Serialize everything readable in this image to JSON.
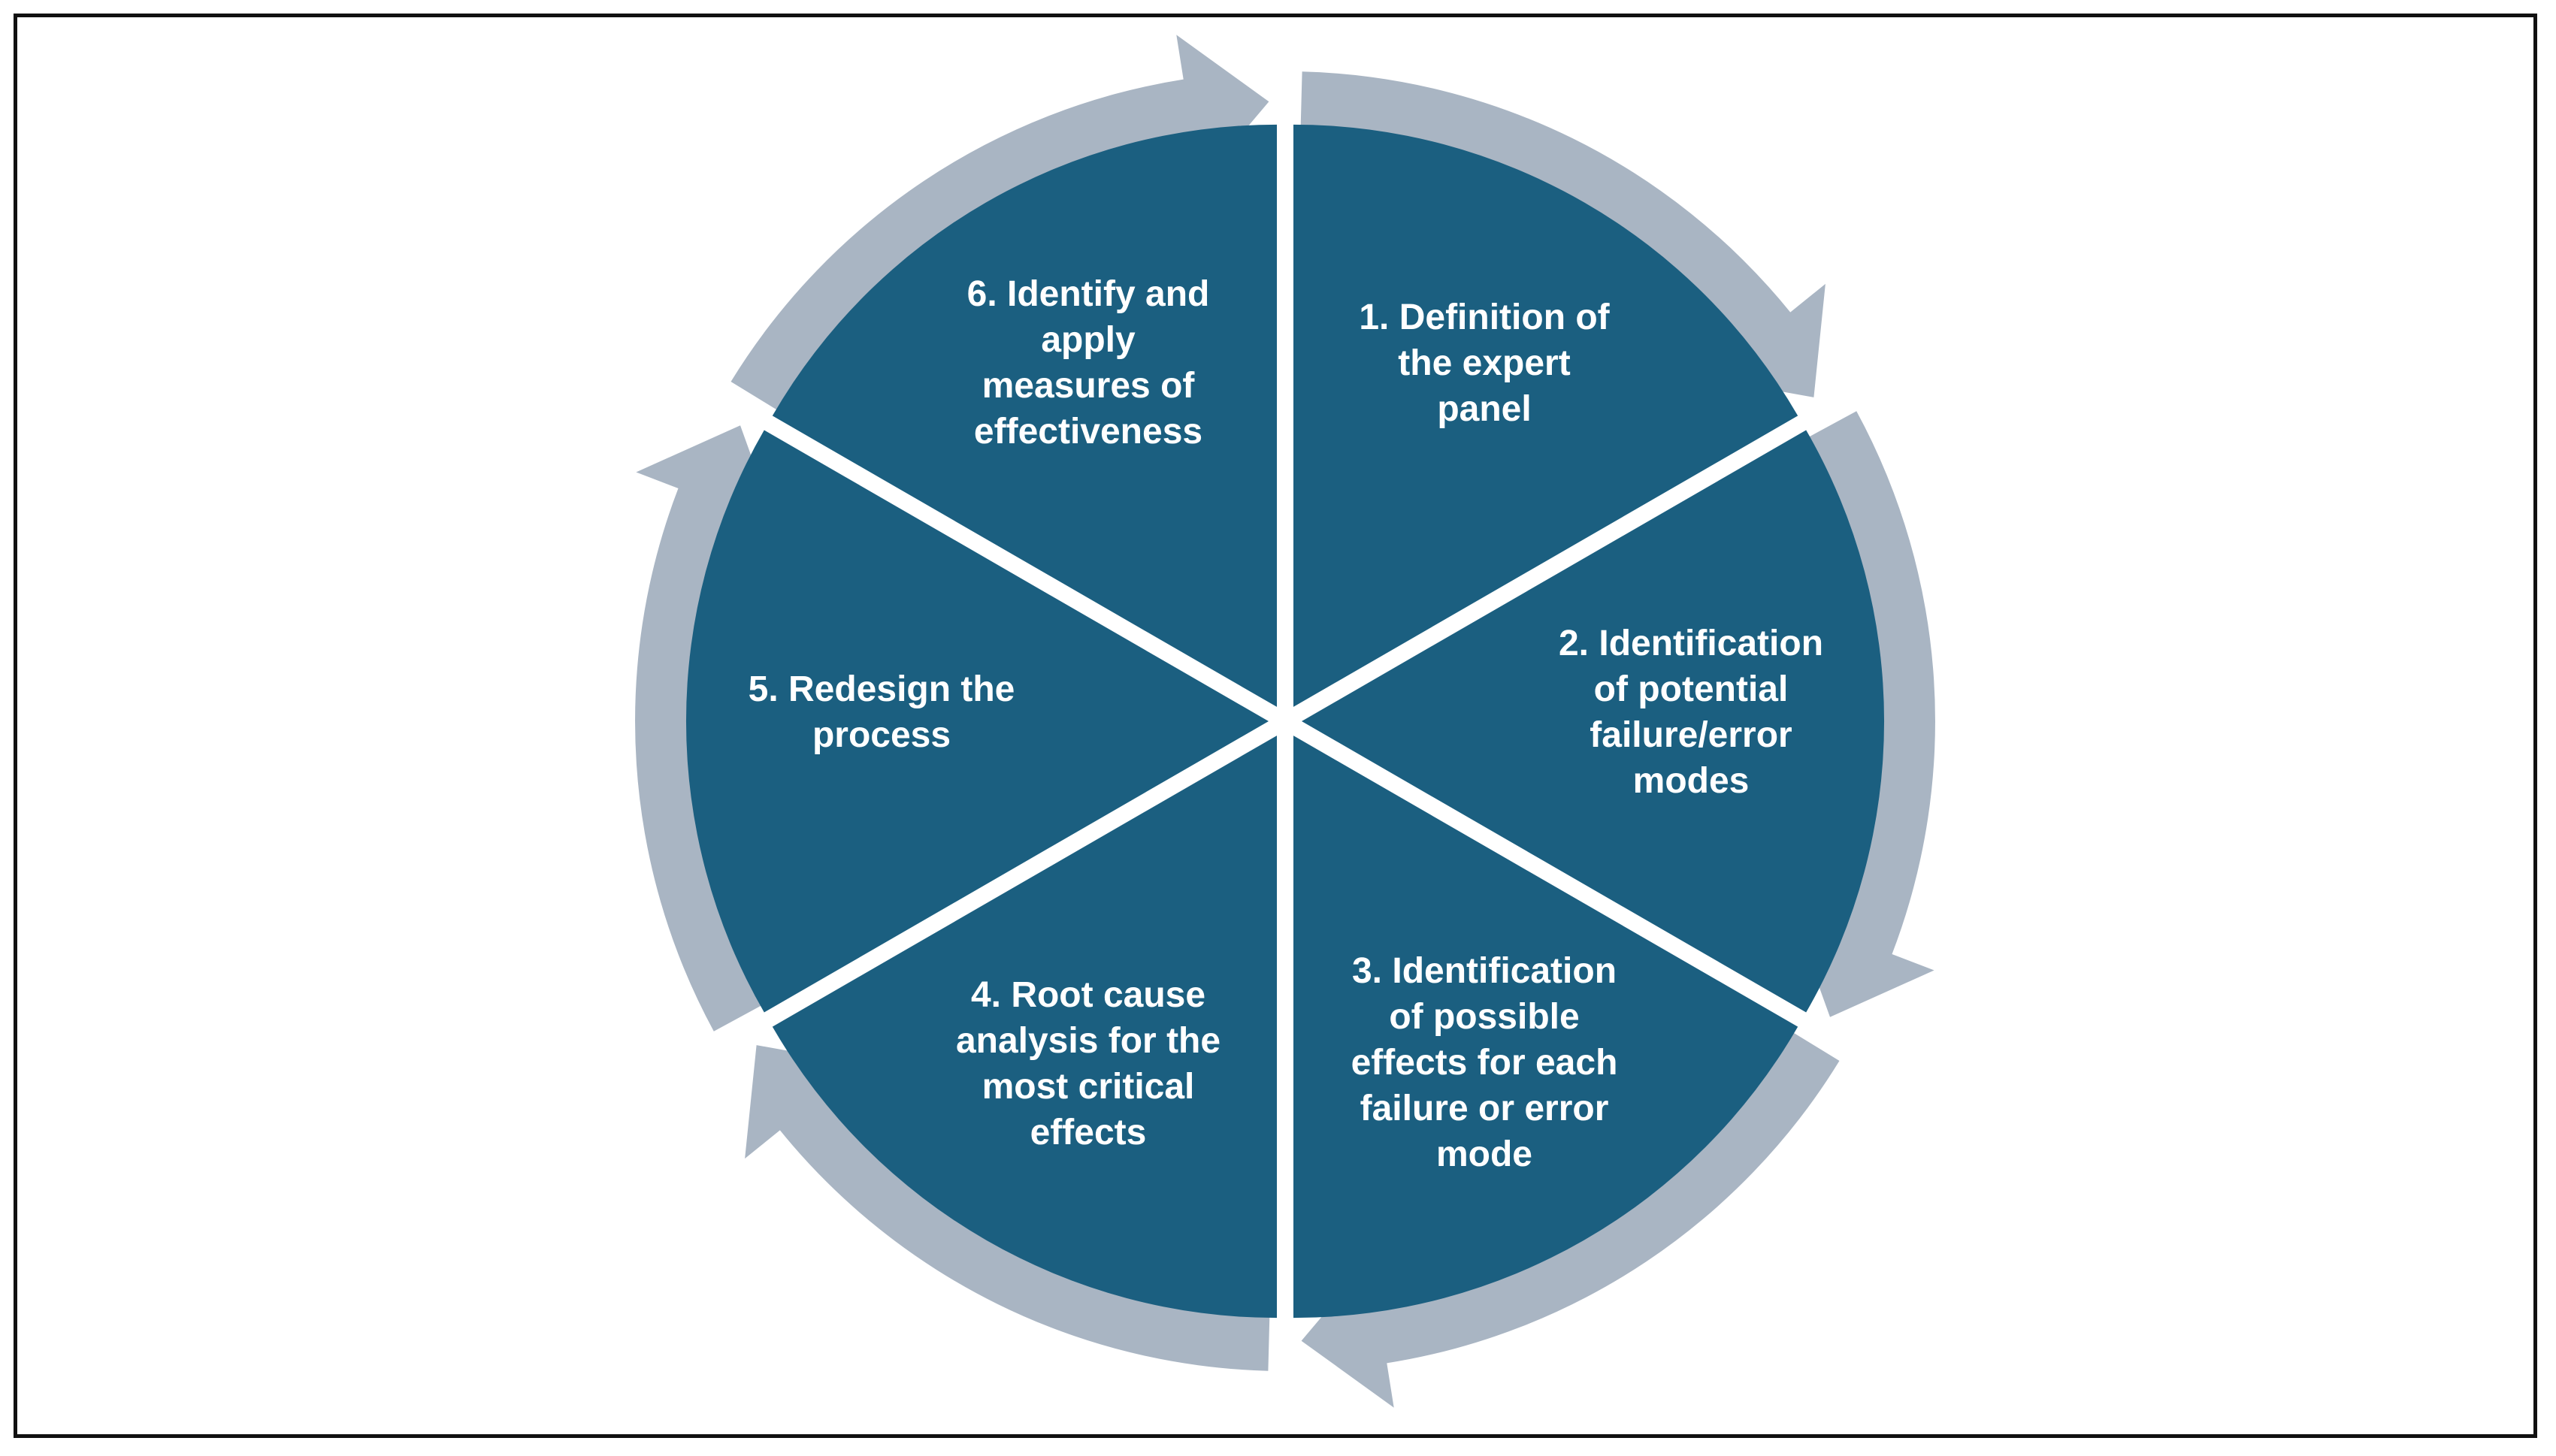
{
  "diagram": {
    "colors": {
      "sector_fill": "#1b5f80",
      "ring_arrow": "#a9b5c3",
      "label_text": "#ffffff",
      "border": "#111111",
      "background": "#ffffff"
    },
    "steps": [
      {
        "number": "1",
        "lines": [
          "1. Definition of",
          "the expert",
          "panel"
        ]
      },
      {
        "number": "2",
        "lines": [
          "2. Identification",
          "of potential",
          "failure/error",
          "modes"
        ]
      },
      {
        "number": "3",
        "lines": [
          "3. Identification",
          "of possible",
          "effects for each",
          "failure or error",
          "mode"
        ]
      },
      {
        "number": "4",
        "lines": [
          "4. Root cause",
          "analysis for the",
          "most critical",
          "effects"
        ]
      },
      {
        "number": "5",
        "lines": [
          "5. Redesign the",
          "process"
        ]
      },
      {
        "number": "6",
        "lines": [
          "6. Identify and",
          "apply",
          "measures of",
          "effectiveness"
        ]
      }
    ]
  }
}
